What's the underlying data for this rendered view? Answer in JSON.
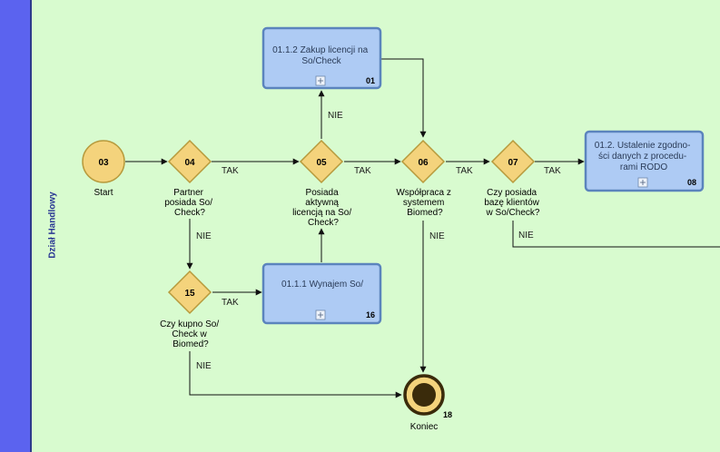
{
  "lane": {
    "label": "Dział Handlowy"
  },
  "colors": {
    "background": "#d8fbcf",
    "lane_bar": "#5b63ef",
    "node_fill": "#f4d37c",
    "node_stroke": "#b79a3c",
    "task_fill": "#aecbf4",
    "task_stroke": "#5b84bd",
    "text": "#1a1a1a"
  },
  "events": {
    "start": {
      "id": "03",
      "label": "Start"
    },
    "end": {
      "id": "18",
      "label": "Koniec"
    }
  },
  "gateways": {
    "g04": {
      "id": "04",
      "lines": [
        "Partner",
        "posiada So/",
        "Check?"
      ]
    },
    "g05": {
      "id": "05",
      "lines": [
        "Posiada",
        "aktywną",
        "licencją na So/",
        "Check?"
      ]
    },
    "g06": {
      "id": "06",
      "lines": [
        "Współpraca z",
        "systemem",
        "Biomed?"
      ]
    },
    "g07": {
      "id": "07",
      "lines": [
        "Czy posiada",
        "bazę klientów",
        "w So/Check?"
      ]
    },
    "g15": {
      "id": "15",
      "lines": [
        "Czy kupno So/",
        "Check w",
        "Biomed?"
      ]
    }
  },
  "tasks": {
    "t01": {
      "id": "01",
      "lines": [
        "01.1.2 Zakup licencji na",
        "So/Check"
      ]
    },
    "t08": {
      "id": "08",
      "lines": [
        "01.2. Ustalenie zgodno-",
        "ści danych z procedu-",
        "rami RODO"
      ]
    },
    "t16": {
      "id": "16",
      "lines": [
        "01.1.1 Wynajem So/"
      ]
    }
  },
  "flow_labels": {
    "tak_04_05": "TAK",
    "tak_05_06": "TAK",
    "tak_06_07": "TAK",
    "tak_07_08": "TAK",
    "tak_15_16": "TAK",
    "nie_04_15": "NIE",
    "nie_05_01": "NIE",
    "nie_06_18": "NIE",
    "nie_07": "NIE",
    "nie_15_18": "NIE"
  }
}
